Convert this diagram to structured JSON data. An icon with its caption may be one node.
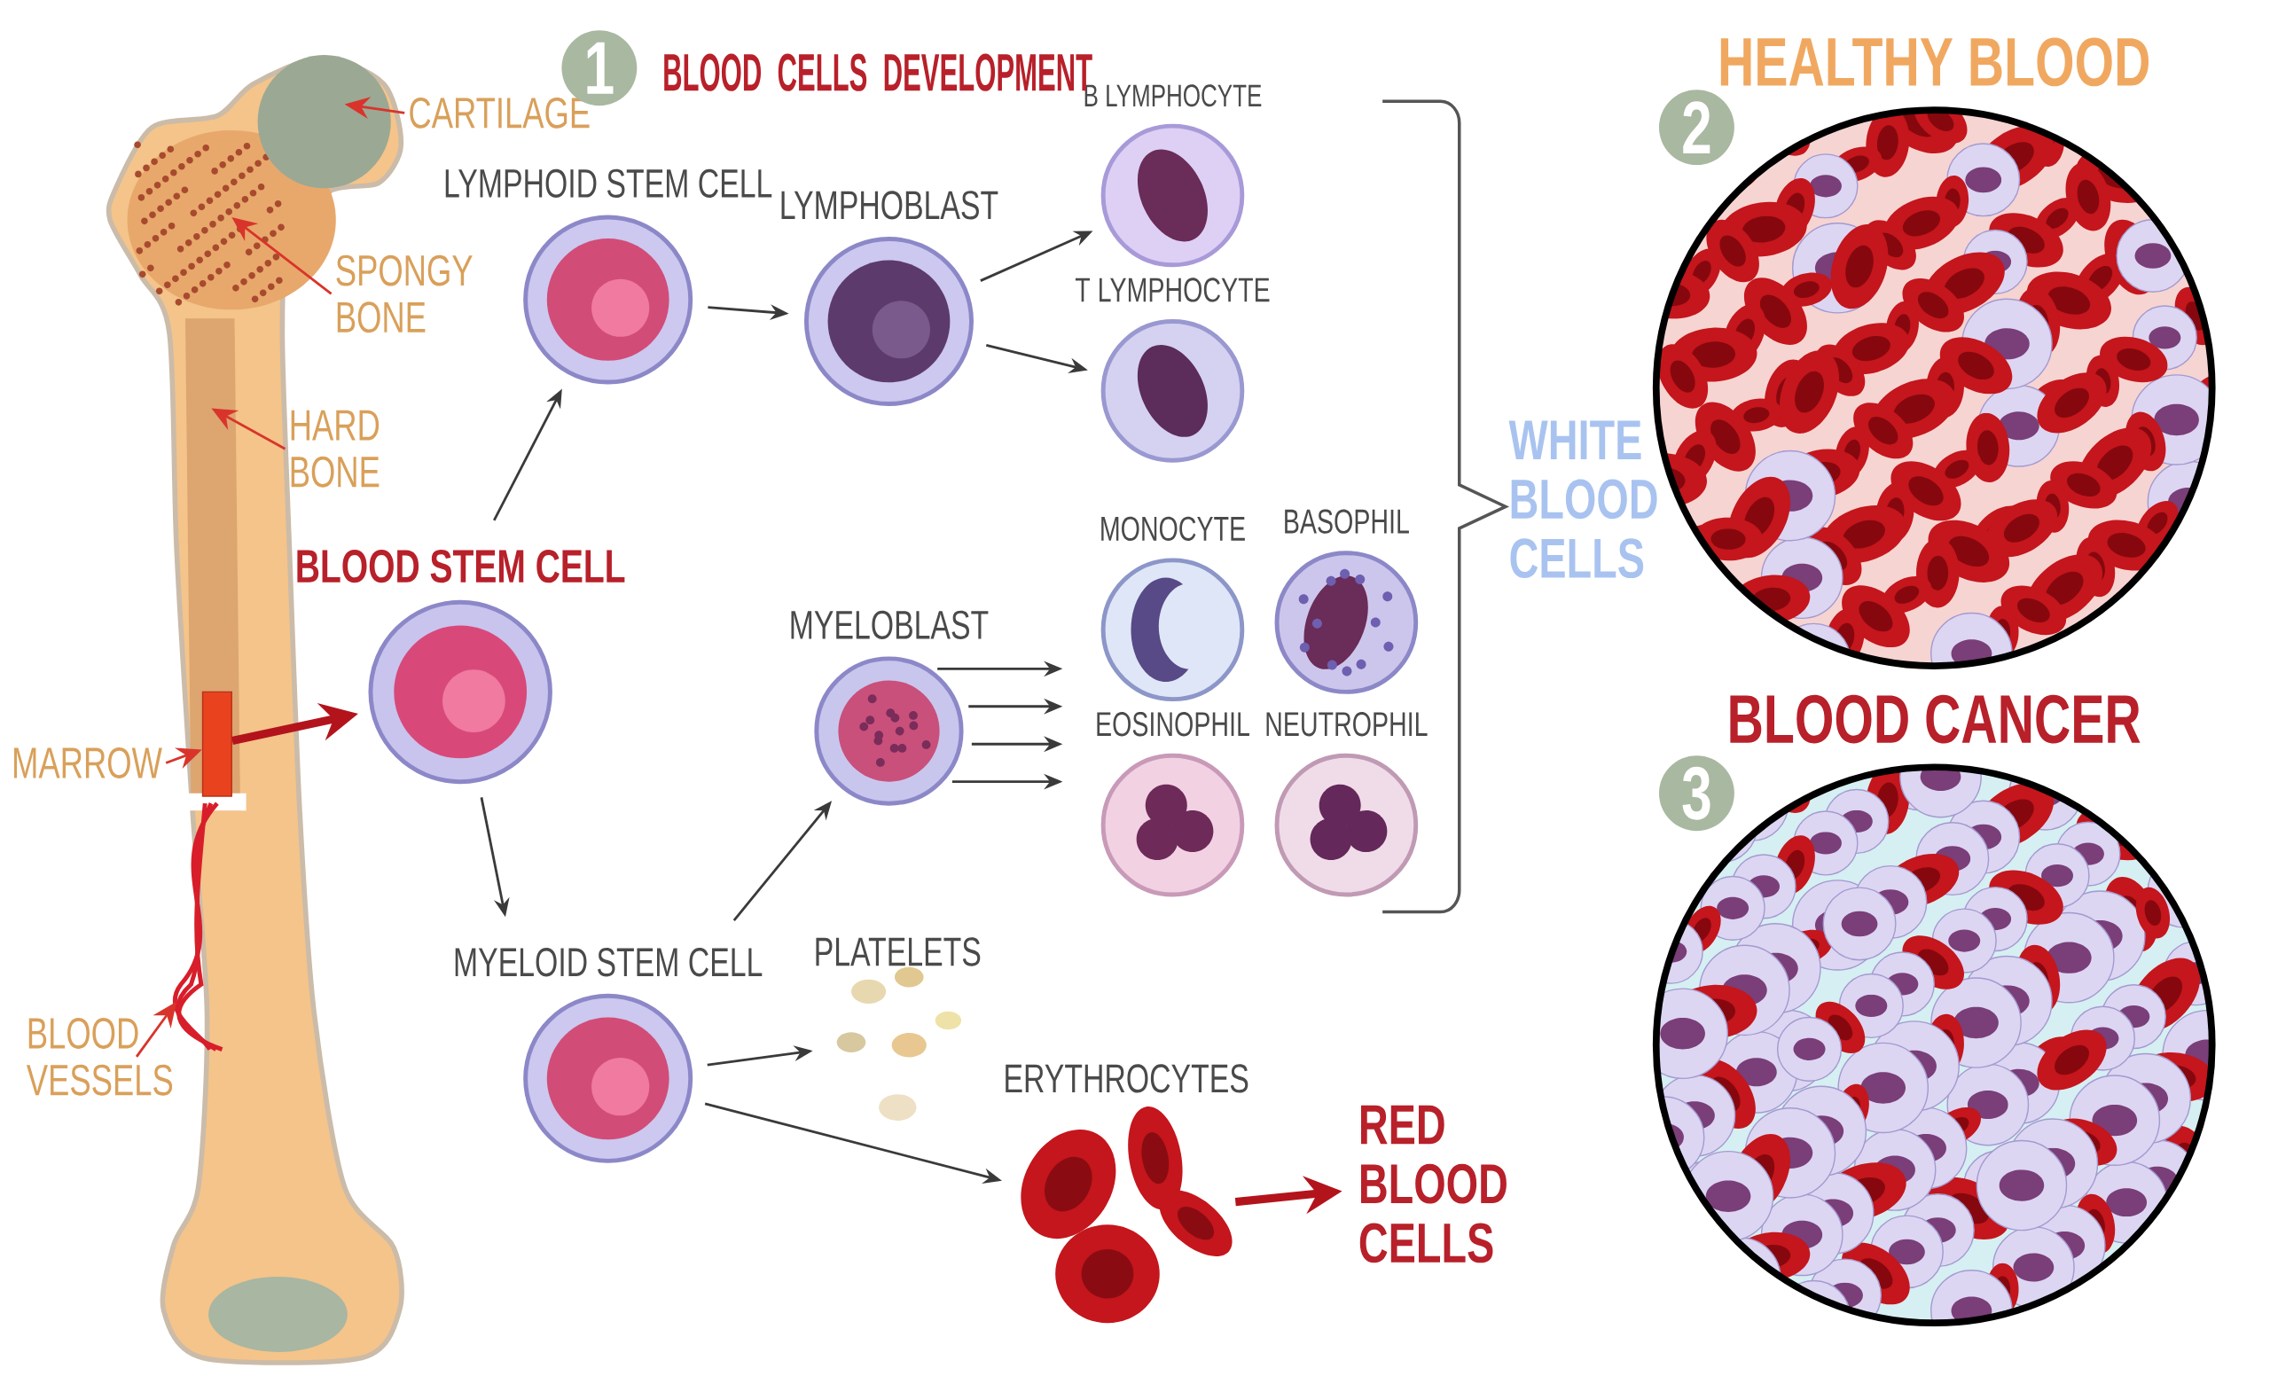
{
  "diagram": {
    "title": "BLOOD CELLS DEVELOPMENT",
    "nodes": [
      {
        "text": [],
        "shape": "picture"
      },
      {
        "text": [
          "CARTILAGE"
        ]
      },
      {
        "text": [
          "SPONGY BONE"
        ]
      },
      {
        "text": [
          "HARD BONE"
        ]
      },
      {
        "text": [],
        "shape": "bar",
        "in": 0
      },
      {
        "text": [
          "MARROW"
        ]
      },
      {
        "text": [
          "BLOOD VESSELS"
        ]
      },
      {
        "text": [
          "BLOOD STEM CELL"
        ]
      },
      {
        "text": [
          "LYMPHOID STEM CELL"
        ]
      },
      {
        "text": [
          "LYMPHOBLAST"
        ]
      },
      {
        "text": [
          "B LYMPHOCYTE"
        ]
      },
      {
        "text": [
          "T LYMPHOCYTE"
        ]
      },
      {
        "text": [
          "MYELOID STEM CELL"
        ]
      },
      {
        "text": [
          "MYELOBLAST"
        ]
      },
      {
        "text": [
          "MONOCYTE"
        ]
      },
      {
        "text": [
          "BASOPHIL"
        ]
      },
      {
        "text": [
          "EOSINOPHIL"
        ]
      },
      {
        "text": [
          "NEUTROPHIL"
        ]
      },
      {
        "text": [
          "PLATELETS"
        ]
      },
      {
        "text": [
          "ERYTHROCYTES"
        ]
      },
      {
        "text": [
          "RED BLOOD CELLS"
        ]
      },
      {
        "text": [
          "WHITE BLOOD CELLS"
        ]
      },
      {
        "text": [
          "HEALTHY BLOOD"
        ]
      },
      {
        "text": [
          "BLOOD CANCER"
        ]
      }
    ],
    "edges": [
      {
        "from": 1,
        "to": 0,
        "arrow": "to",
        "color": "#d9342b"
      },
      {
        "from": 2,
        "to": 0,
        "arrow": "to",
        "color": "#d9342b"
      },
      {
        "from": 3,
        "to": 0,
        "arrow": "to",
        "color": "#d9342b"
      },
      {
        "from": 5,
        "to": 4,
        "arrow": "to",
        "color": "#d9342b"
      },
      {
        "from": 6,
        "to": 0,
        "arrow": "to",
        "color": "#d9342b"
      },
      {
        "from": 4,
        "to": 7,
        "arrow": "to",
        "style": "thick",
        "color": "#b3141c"
      },
      {
        "from": 7,
        "to": 8,
        "arrow": "to"
      },
      {
        "from": 7,
        "to": 12,
        "arrow": "to"
      },
      {
        "from": 8,
        "to": 9,
        "arrow": "to"
      },
      {
        "from": 9,
        "to": 10,
        "arrow": "to"
      },
      {
        "from": 9,
        "to": 11,
        "arrow": "to"
      },
      {
        "from": 12,
        "to": 13,
        "arrow": "to"
      },
      {
        "from": 12,
        "to": 18,
        "arrow": "to"
      },
      {
        "from": 12,
        "to": 19,
        "arrow": "to"
      },
      {
        "from": 13,
        "to": null,
        "arrow": "to"
      },
      {
        "from": 13,
        "to": null,
        "arrow": "to"
      },
      {
        "from": 13,
        "to": null,
        "arrow": "to"
      },
      {
        "from": 13,
        "to": null,
        "arrow": "to"
      },
      {
        "from": 19,
        "to": 20,
        "arrow": "to",
        "style": "thick",
        "color": "#b3141c"
      }
    ],
    "labels": [
      "1",
      "2",
      "3"
    ]
  }
}
